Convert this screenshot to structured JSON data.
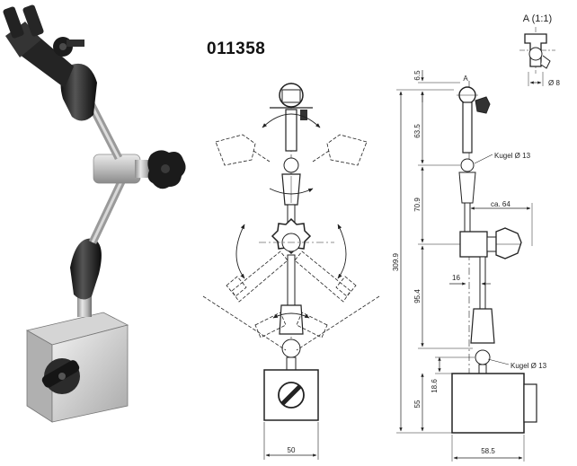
{
  "title": "011358",
  "detail": {
    "label": "A (1:1)",
    "dimension": "Ø 8"
  },
  "side_view": {
    "marker": "A",
    "callouts": {
      "ball_top": "Kugel Ø 13",
      "ball_bottom": "Kugel Ø 13"
    },
    "dimensions": {
      "total_height": "309.9",
      "top": "6.5",
      "upper": "63.5",
      "mid": "70.9",
      "lower": "95.4",
      "base_height": "55",
      "base_pivot": "18.6",
      "reach": "ca. 64",
      "offset": "16",
      "base_width": "58.5"
    }
  },
  "front_view": {
    "base_width": "50"
  }
}
